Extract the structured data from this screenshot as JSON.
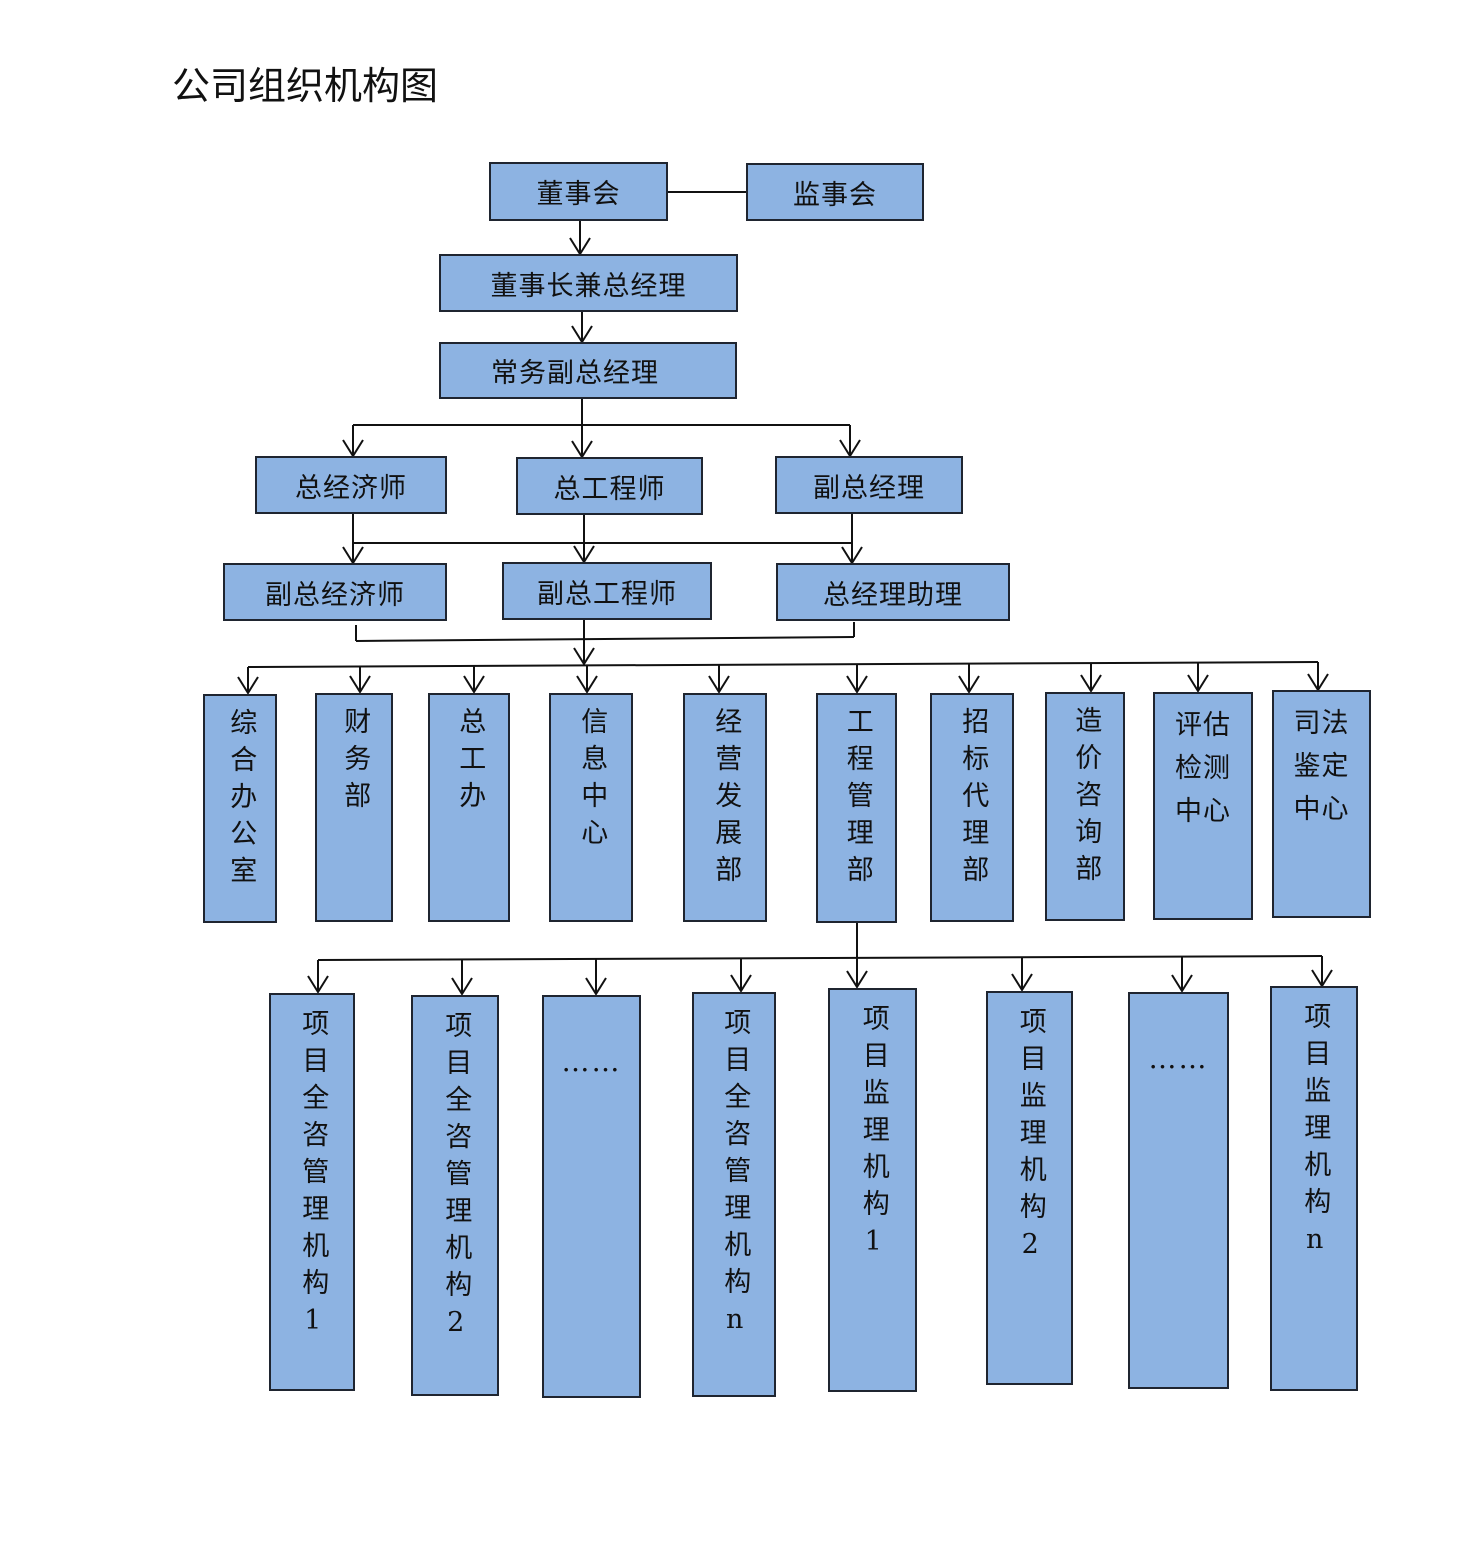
{
  "title": "公司组织机构图",
  "nodes": {
    "board": "董事会",
    "supervisors": "监事会",
    "chairman_gm": "董事长兼总经理",
    "exec_vgm": "常务副总经理",
    "chief_economist": "总经济师",
    "chief_engineer": "总工程师",
    "vgm": "副总经理",
    "deputy_chief_economist": "副总经济师",
    "deputy_chief_engineer": "副总工程师",
    "gm_assistant": "总经理助理"
  },
  "departments": [
    "综合办公室",
    "财务部",
    "总工办",
    "信息中心",
    "经营发展部",
    "工程管理部",
    "招标代理部",
    "造价咨询部",
    "评估\n检测\n中心",
    "司法\n鉴定\n中心"
  ],
  "projects": [
    "项目全咨管理机构1",
    "项目全咨管理机构2",
    "……",
    "项目全咨管理机构n",
    "项目监理机构1",
    "项目监理机构2",
    "……",
    "项目监理机构n"
  ]
}
